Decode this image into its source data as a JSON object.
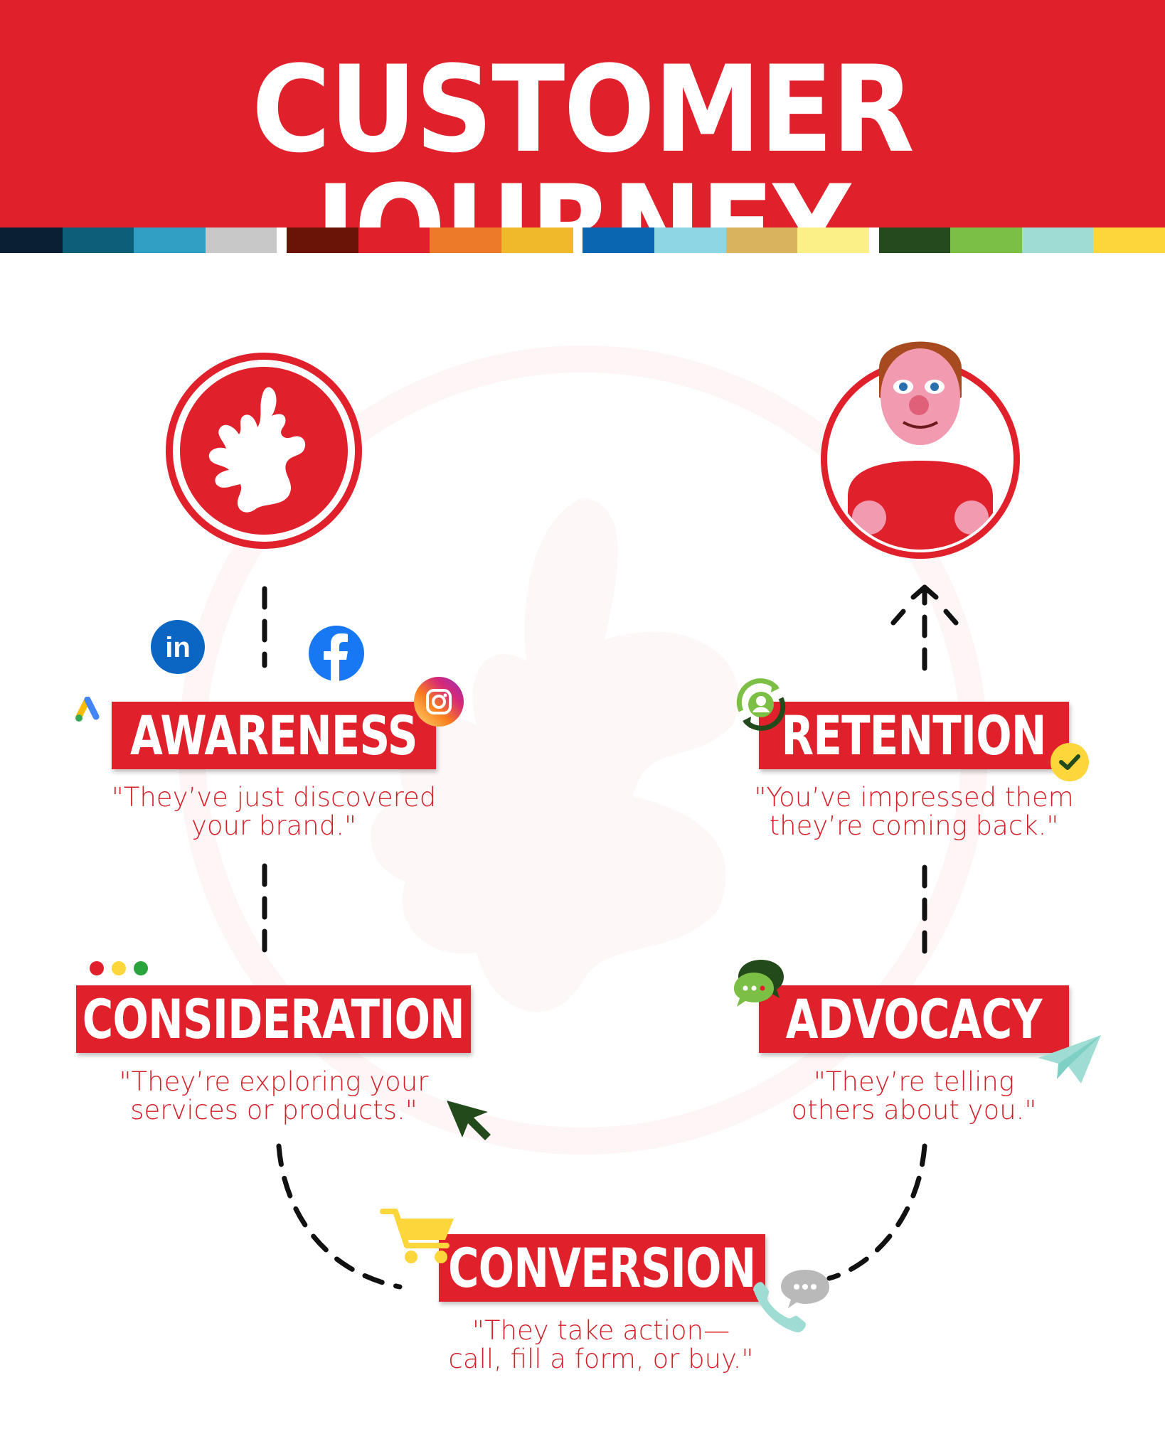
{
  "header": {
    "title": "CUSTOMER JOURNEY",
    "background": "#e0212b"
  },
  "stripe_colors": [
    "#0a1f33",
    "#0d5e78",
    "#2fa0c4",
    "#c8c8c8",
    "#ffffff",
    "#6a1408",
    "#e0212b",
    "#ec7a28",
    "#f0b92b",
    "#ffffff",
    "#0a66b0",
    "#8fd6e4",
    "#d9b45c",
    "#fbf087",
    "#ffffff",
    "#244a1e",
    "#7cbf45",
    "#9fdcd3",
    "#fcd63a"
  ],
  "stages": {
    "awareness": {
      "label": "AWARENESS",
      "line1": "\"They’ve just discovered",
      "line2": "your brand.\""
    },
    "consideration": {
      "label": "CONSIDERATION",
      "line1": "\"They’re exploring your",
      "line2": "services or products.\""
    },
    "conversion": {
      "label": "CONVERSION",
      "line1": "\"They take action—",
      "line2": "call, fill a form, or buy.\""
    },
    "advocacy": {
      "label": "ADVOCACY",
      "line1": "\"They’re telling",
      "line2": "others about you.\""
    },
    "retention": {
      "label": "RETENTION",
      "line1": "\"You’ve impressed them",
      "line2": "they’re coming back.\""
    }
  },
  "icons": {
    "linkedin": "in",
    "brand_red": "#e0212b",
    "accent_green": "#234a1b"
  }
}
